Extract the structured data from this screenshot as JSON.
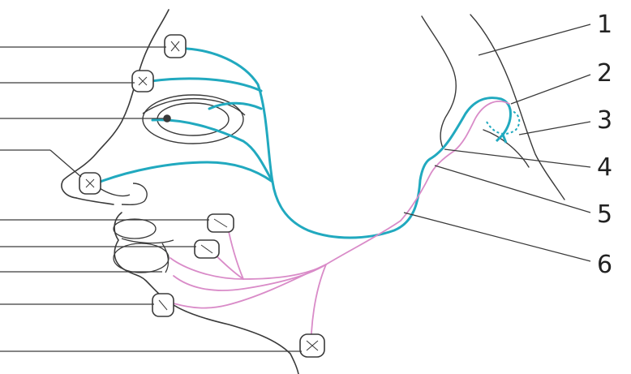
{
  "colors": {
    "outline": "#3a3a3a",
    "nerve_blue": "#21a9bf",
    "nerve_pink": "#d98bc8",
    "label_line": "#3a3a3a"
  },
  "labels": [
    "1",
    "2",
    "3",
    "4",
    "5",
    "6"
  ],
  "left_leader_count": 9,
  "ganglion_count": 8
}
